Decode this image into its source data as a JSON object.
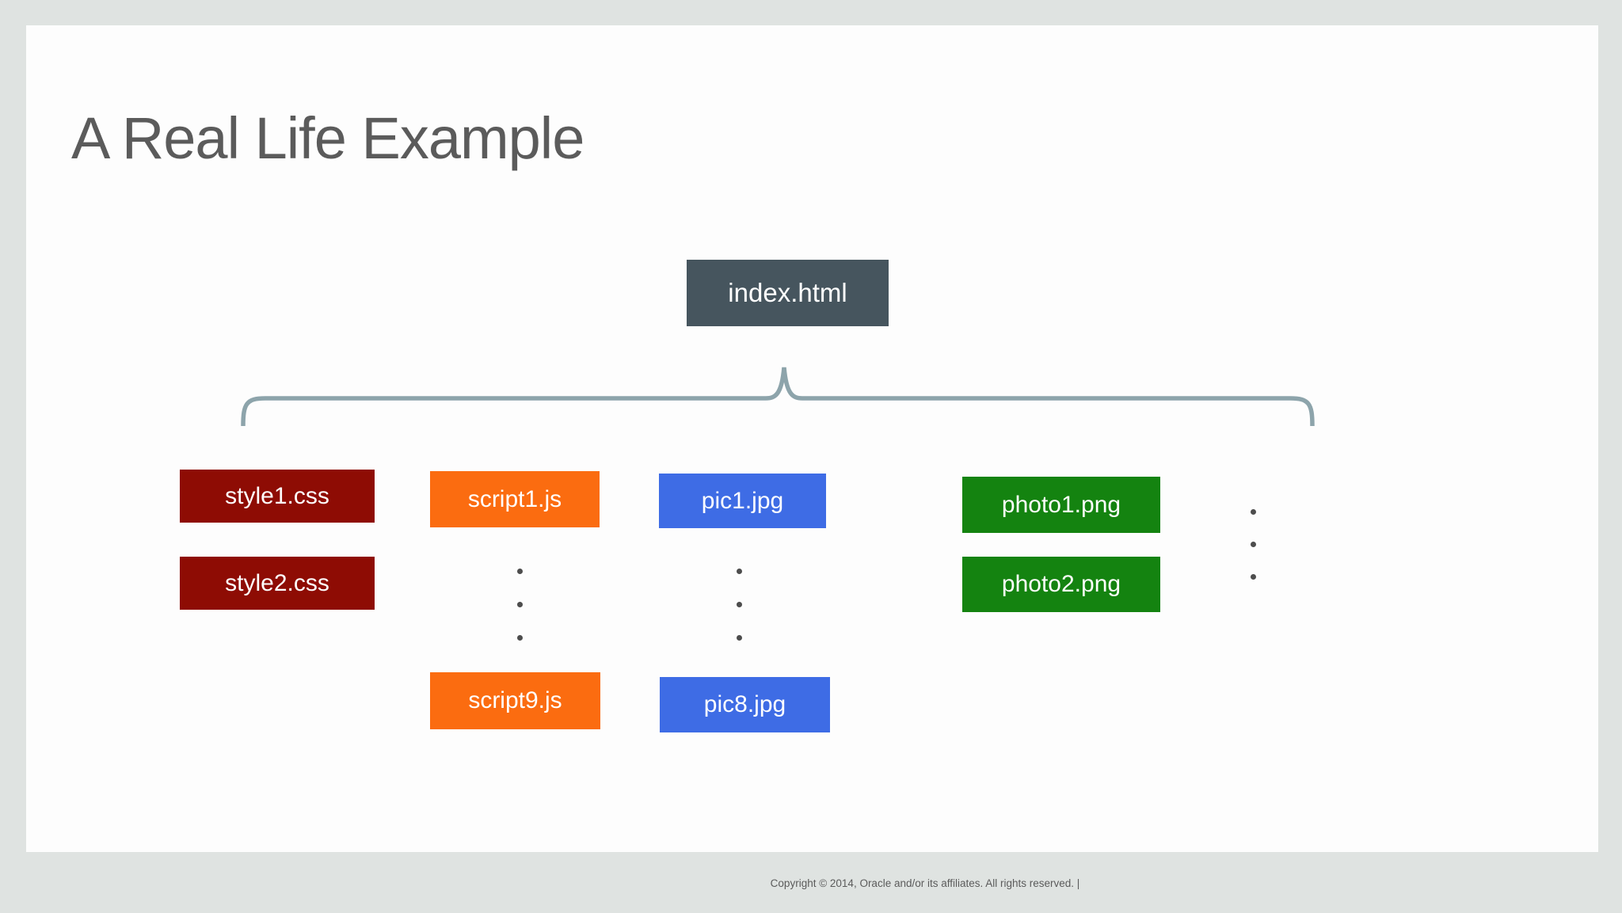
{
  "title": "A Real Life Example",
  "footer": {
    "copyright": "Copyright © 2014, Oracle and/or its affiliates. All rights reserved.  |"
  },
  "tree": {
    "root": "index.html",
    "css_items": [
      "style1.css",
      "style2.css"
    ],
    "js_items": [
      "script1.js",
      "script9.js"
    ],
    "img_items": [
      "pic1.jpg",
      "pic8.jpg"
    ],
    "png_items": [
      "photo1.png",
      "photo2.png"
    ]
  },
  "colors": {
    "page_background": "#dfe3e1",
    "slide_background": "#fdfdfd",
    "title_text": "#5b5b5b",
    "root_box": "#46555e",
    "css_box": "#8e0c04",
    "js_box": "#fb6c10",
    "img_box": "#3e6ce5",
    "png_box": "#148310",
    "box_text": "#ffffff",
    "brace": "#8da4ab",
    "dots": "#4d4d4d",
    "footer_text": "#5b5b5b"
  }
}
